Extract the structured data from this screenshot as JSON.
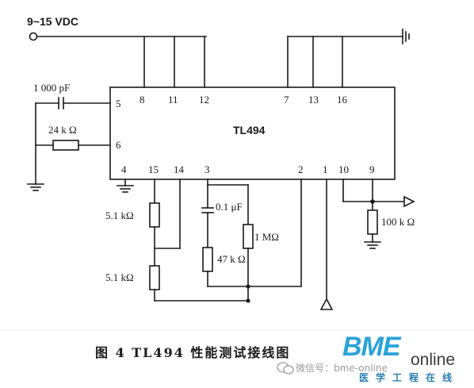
{
  "supply": {
    "label": "9~15 VDC"
  },
  "chip": {
    "name": "TL494",
    "pins": {
      "p8": "8",
      "p11": "11",
      "p12": "12",
      "p7": "7",
      "p13": "13",
      "p16": "16",
      "p5": "5",
      "p6": "6",
      "p4": "4",
      "p15": "15",
      "p14": "14",
      "p3": "3",
      "p2": "2",
      "p1": "1",
      "p10": "10",
      "p9": "9"
    }
  },
  "components": {
    "cap_timing": "1 000 pF",
    "res_timing": "24 k Ω",
    "res_upper": "5.1 kΩ",
    "res_lower": "5.1 kΩ",
    "cap_comp": "0.1 μF",
    "res_comp_high": "1 MΩ",
    "res_comp_47k": "47 k Ω",
    "res_load": "100 k Ω"
  },
  "caption": {
    "figure": "图 4    TL494 性能测试接线图"
  },
  "watermark": {
    "note": "微信号：bme-online",
    "logo": "BME",
    "logo_suffix": "online",
    "sub": "医学工程在线"
  }
}
